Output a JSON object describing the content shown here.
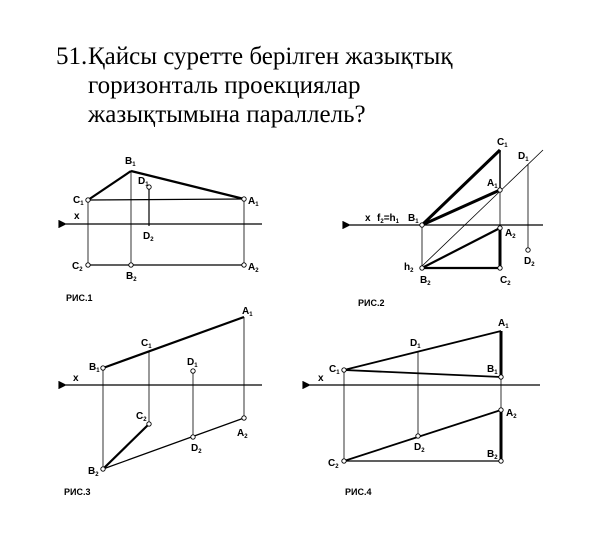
{
  "question": {
    "number": "51.",
    "lines": [
      "Қайсы суретте берілген жазықтық",
      "горизонталь проекциялар",
      "жазықтымына параллель?"
    ]
  },
  "figures": [
    {
      "caption": "РИС.1",
      "axis_label": "x",
      "points": {
        "A1": {
          "name": "A",
          "index": "1"
        },
        "B1": {
          "name": "B",
          "index": "1"
        },
        "C1": {
          "name": "C",
          "index": "1"
        },
        "D1": {
          "name": "D",
          "index": "1"
        },
        "A2": {
          "name": "A",
          "index": "2"
        },
        "B2": {
          "name": "B",
          "index": "2"
        },
        "C2": {
          "name": "C",
          "index": "2"
        },
        "D2": {
          "name": "D",
          "index": "2"
        }
      }
    },
    {
      "caption": "РИС.2",
      "axis_label": "x",
      "trace_label": {
        "f": "f",
        "f_index": "2",
        "eq": "=",
        "h": "h",
        "h_index": "1"
      },
      "points": {
        "C1": {
          "name": "C",
          "index": "1"
        },
        "D1": {
          "name": "D",
          "index": "1"
        },
        "A1": {
          "name": "A",
          "index": "1"
        },
        "B1": {
          "name": "B",
          "index": "1"
        },
        "A2": {
          "name": "A",
          "index": "2"
        },
        "D2": {
          "name": "D",
          "index": "2"
        },
        "h2": {
          "name": "h",
          "index": "2"
        },
        "B2": {
          "name": "B",
          "index": "2"
        },
        "C2": {
          "name": "C",
          "index": "2"
        }
      }
    },
    {
      "caption": "РИС.3",
      "axis_label": "x",
      "points": {
        "A1": {
          "name": "A",
          "index": "1"
        },
        "B1": {
          "name": "B",
          "index": "1"
        },
        "C1": {
          "name": "C",
          "index": "1"
        },
        "D1": {
          "name": "D",
          "index": "1"
        },
        "A2": {
          "name": "A",
          "index": "2"
        },
        "B2": {
          "name": "B",
          "index": "2"
        },
        "C2": {
          "name": "C",
          "index": "2"
        },
        "D2": {
          "name": "D",
          "index": "2"
        }
      }
    },
    {
      "caption": "РИС.4",
      "axis_label": "x",
      "points": {
        "A1": {
          "name": "A",
          "index": "1"
        },
        "B1": {
          "name": "B",
          "index": "1"
        },
        "C1": {
          "name": "C",
          "index": "1"
        },
        "D1": {
          "name": "D",
          "index": "1"
        },
        "A2": {
          "name": "A",
          "index": "2"
        },
        "B2": {
          "name": "B",
          "index": "2"
        },
        "C2": {
          "name": "C",
          "index": "2"
        },
        "D2": {
          "name": "D",
          "index": "2"
        }
      }
    }
  ]
}
